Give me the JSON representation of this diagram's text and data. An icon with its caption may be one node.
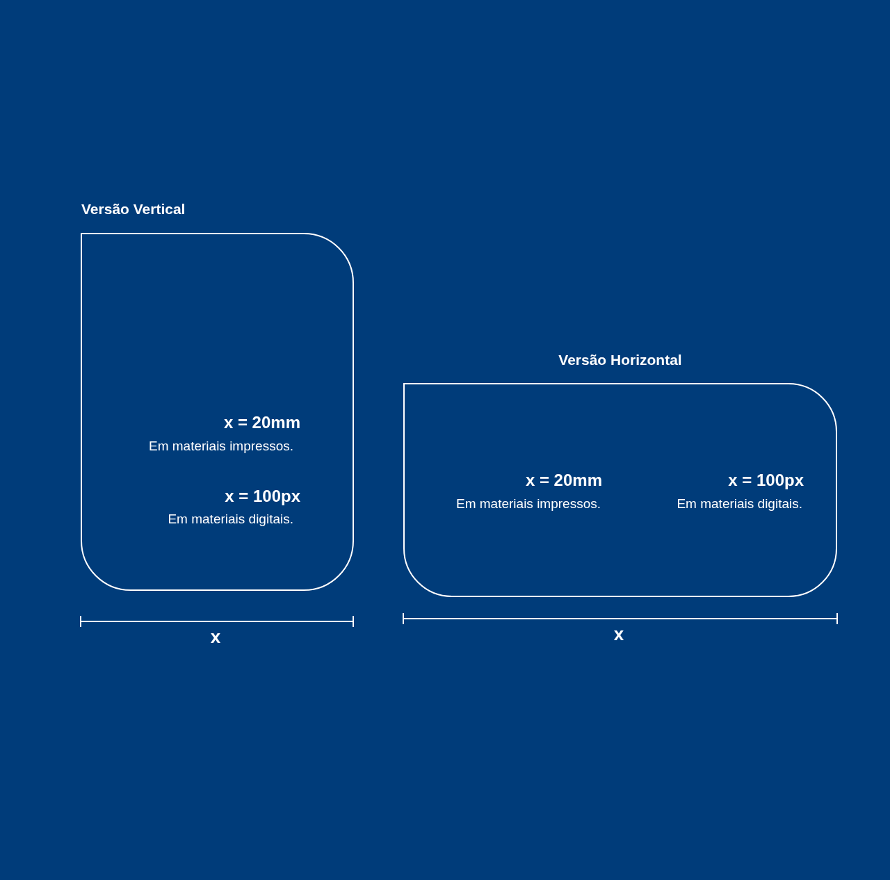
{
  "diagram": {
    "nodes": [
      {
        "text": [
          "Versão Vertical",
          "x = 20mm",
          "Em materiais impressos.",
          "x = 100px",
          "Em materiais digitais."
        ]
      },
      {
        "text": [
          "Versão Horizontal",
          "x = 20mm",
          "Em materiais impressos.",
          "x = 100px",
          "Em materiais digitais."
        ]
      }
    ],
    "labels": [
      "x",
      "x"
    ]
  }
}
